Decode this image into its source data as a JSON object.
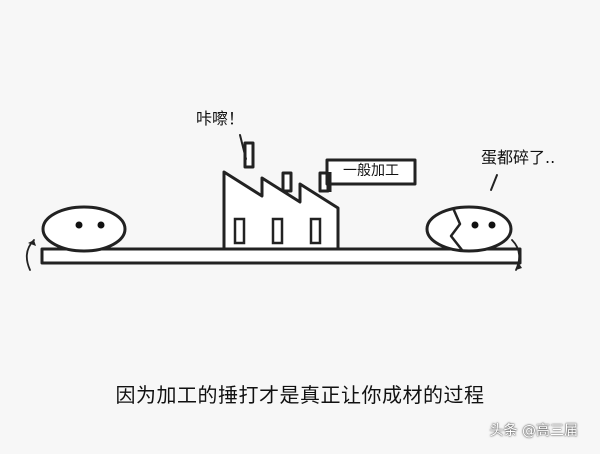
{
  "comic": {
    "factory_sound": "咔嚓！",
    "egg_remark": "蛋都碎了..",
    "factory_sign": "一般加工",
    "caption": "因为加工的捶打才是真正让你成材的过程"
  },
  "watermark": {
    "text": "头条 @高三届"
  },
  "colors": {
    "background": "#f7f7f7",
    "line": "#222222",
    "fill": "#ffffff"
  }
}
